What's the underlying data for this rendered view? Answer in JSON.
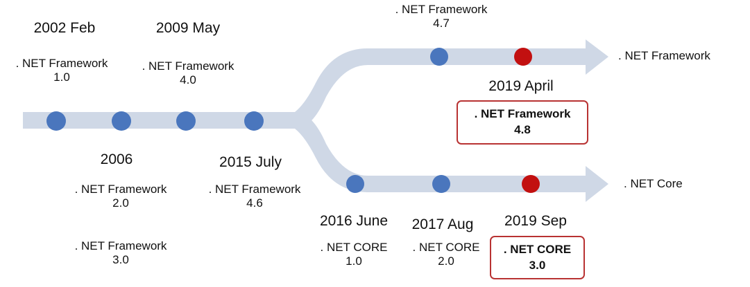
{
  "milestones": {
    "m2002": {
      "date": "2002 Feb",
      "name": ". NET Framework",
      "version": "1.0"
    },
    "m2009": {
      "date": "2009 May",
      "name": ". NET Framework",
      "version": "4.0"
    },
    "m2006": {
      "date": "2006",
      "name": ". NET Framework",
      "version": "2.0",
      "name2": ". NET Framework",
      "version2": "3.0"
    },
    "m2015": {
      "date": "2015 July",
      "name": ". NET Framework",
      "version": "4.6"
    },
    "fw47": {
      "name": ". NET Framework",
      "version": "4.7"
    },
    "fw48": {
      "date": "2019 April",
      "name": ". NET Framework",
      "version": "4.8"
    },
    "core10": {
      "date": "2016 June",
      "name": ". NET CORE",
      "version": "1.0"
    },
    "core20": {
      "date": "2017 Aug",
      "name": ". NET CORE",
      "version": "2.0"
    },
    "core30": {
      "date": "2019 Sep",
      "name": ". NET CORE",
      "version": "3.0"
    }
  },
  "branches": {
    "framework": ". NET Framework",
    "core": ". NET Core"
  },
  "colors": {
    "track": "#cfd8e6",
    "dot": "#4a76bd",
    "highlight_dot": "#c21010",
    "box_border": "#b83232"
  }
}
